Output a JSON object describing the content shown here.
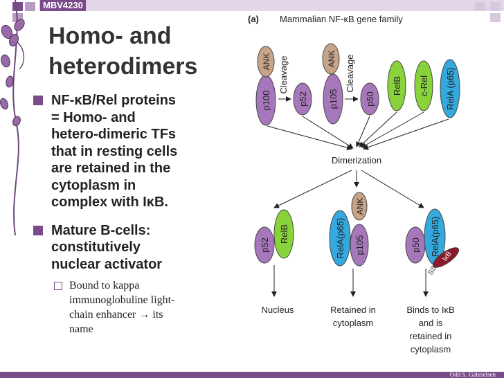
{
  "header": {
    "course": "MBV4230"
  },
  "slide": {
    "title_line1": "Homo- and",
    "title_line2": "heterodimers",
    "bullets": [
      {
        "lines": [
          "NF-κB/Rel  proteins",
          "= Homo- and",
          "hetero-dimeric TFs",
          "that in resting cells",
          "are retained in the",
          "cytoplasm in",
          "complex with IκB."
        ]
      },
      {
        "lines": [
          "Mature B-cells:",
          "constitutively",
          "nuclear activator"
        ]
      }
    ],
    "subbullet": {
      "lines": [
        "Bound to kappa",
        "immunoglobuline light-",
        "chain enhancer → its",
        "name"
      ]
    }
  },
  "figure": {
    "panel_label": "(a)",
    "title": "Mammalian NF-κB gene family",
    "top_proteins": {
      "p100": "p100",
      "ank1": "ANK",
      "cleavage1": "Cleavage",
      "p52": "p52",
      "p105": "p105",
      "ank2": "ANK",
      "cleavage2": "Cleavage",
      "p50": "p50",
      "relb": "RelB",
      "crel": "c-Rel",
      "rela": "RelA (p65)"
    },
    "dimerization": "Dimerization",
    "dimers": {
      "d1_a": "p52",
      "d1_b": "RelB",
      "d2_a": "RelA(p65)",
      "d2_b": "p105",
      "d2_ank": "ANK",
      "d3_a": "p50",
      "d3_b": "RelA(p65)",
      "d3_ikb": "IκB",
      "d3_ss": "SS"
    },
    "outcomes": {
      "o1": [
        "Nucleus"
      ],
      "o2": [
        "Retained in",
        "cytoplasm"
      ],
      "o3": [
        "Binds to IκB",
        "and is",
        "retained in",
        "cytoplasm"
      ]
    },
    "colors": {
      "purple": "#a678bb",
      "green": "#88d23a",
      "tan": "#c7a387",
      "blue": "#34a9dd",
      "red": "#8a1a2a",
      "brown": "#7a6a5a"
    }
  },
  "footer": {
    "author": "Odd S. Gabrielsen"
  }
}
